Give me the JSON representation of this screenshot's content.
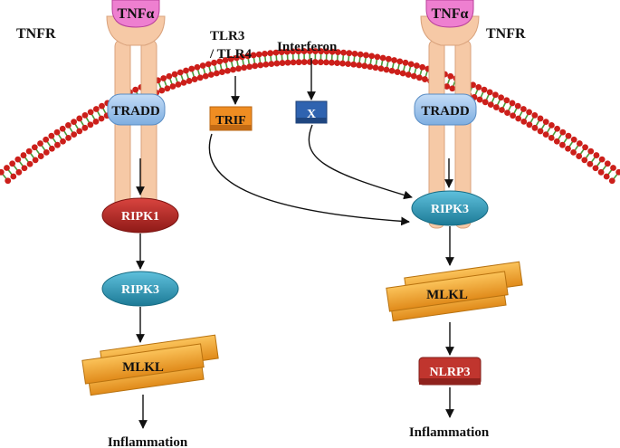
{
  "labels": {
    "tnf_alpha_left": "TNFα",
    "tnf_alpha_right": "TNFα",
    "tnfr_left": "TNFR",
    "tnfr_right": "TNFR",
    "tlr_line1": "TLR3",
    "tlr_line2": "/ TLR4",
    "interferon": "Interferon",
    "tradd_left": "TRADD",
    "tradd_right": "TRADD",
    "trif": "TRIF",
    "x": "X",
    "ripk1": "RIPK1",
    "ripk3_left": "RIPK3",
    "ripk3_right": "RIPK3",
    "mlkl_left": "MLKL",
    "mlkl_right": "MLKL",
    "nlrp3": "NLRP3",
    "inflammation_left": "Inflammation",
    "inflammation_right": "Inflammation"
  },
  "colors": {
    "membrane_bead": "#cc1f1a",
    "membrane_tail": "#4a9a3a",
    "receptor": "#f6c9a6",
    "tnf": "#ee7fd0",
    "tradd": "#9cc3ee",
    "trif": "#ef8d22",
    "x": "#2f63b0",
    "ripk1": "#b8231f",
    "ripk3": "#2c9ab8",
    "mlkl": "#f2a12c",
    "nlrp3": "#c0352e"
  }
}
